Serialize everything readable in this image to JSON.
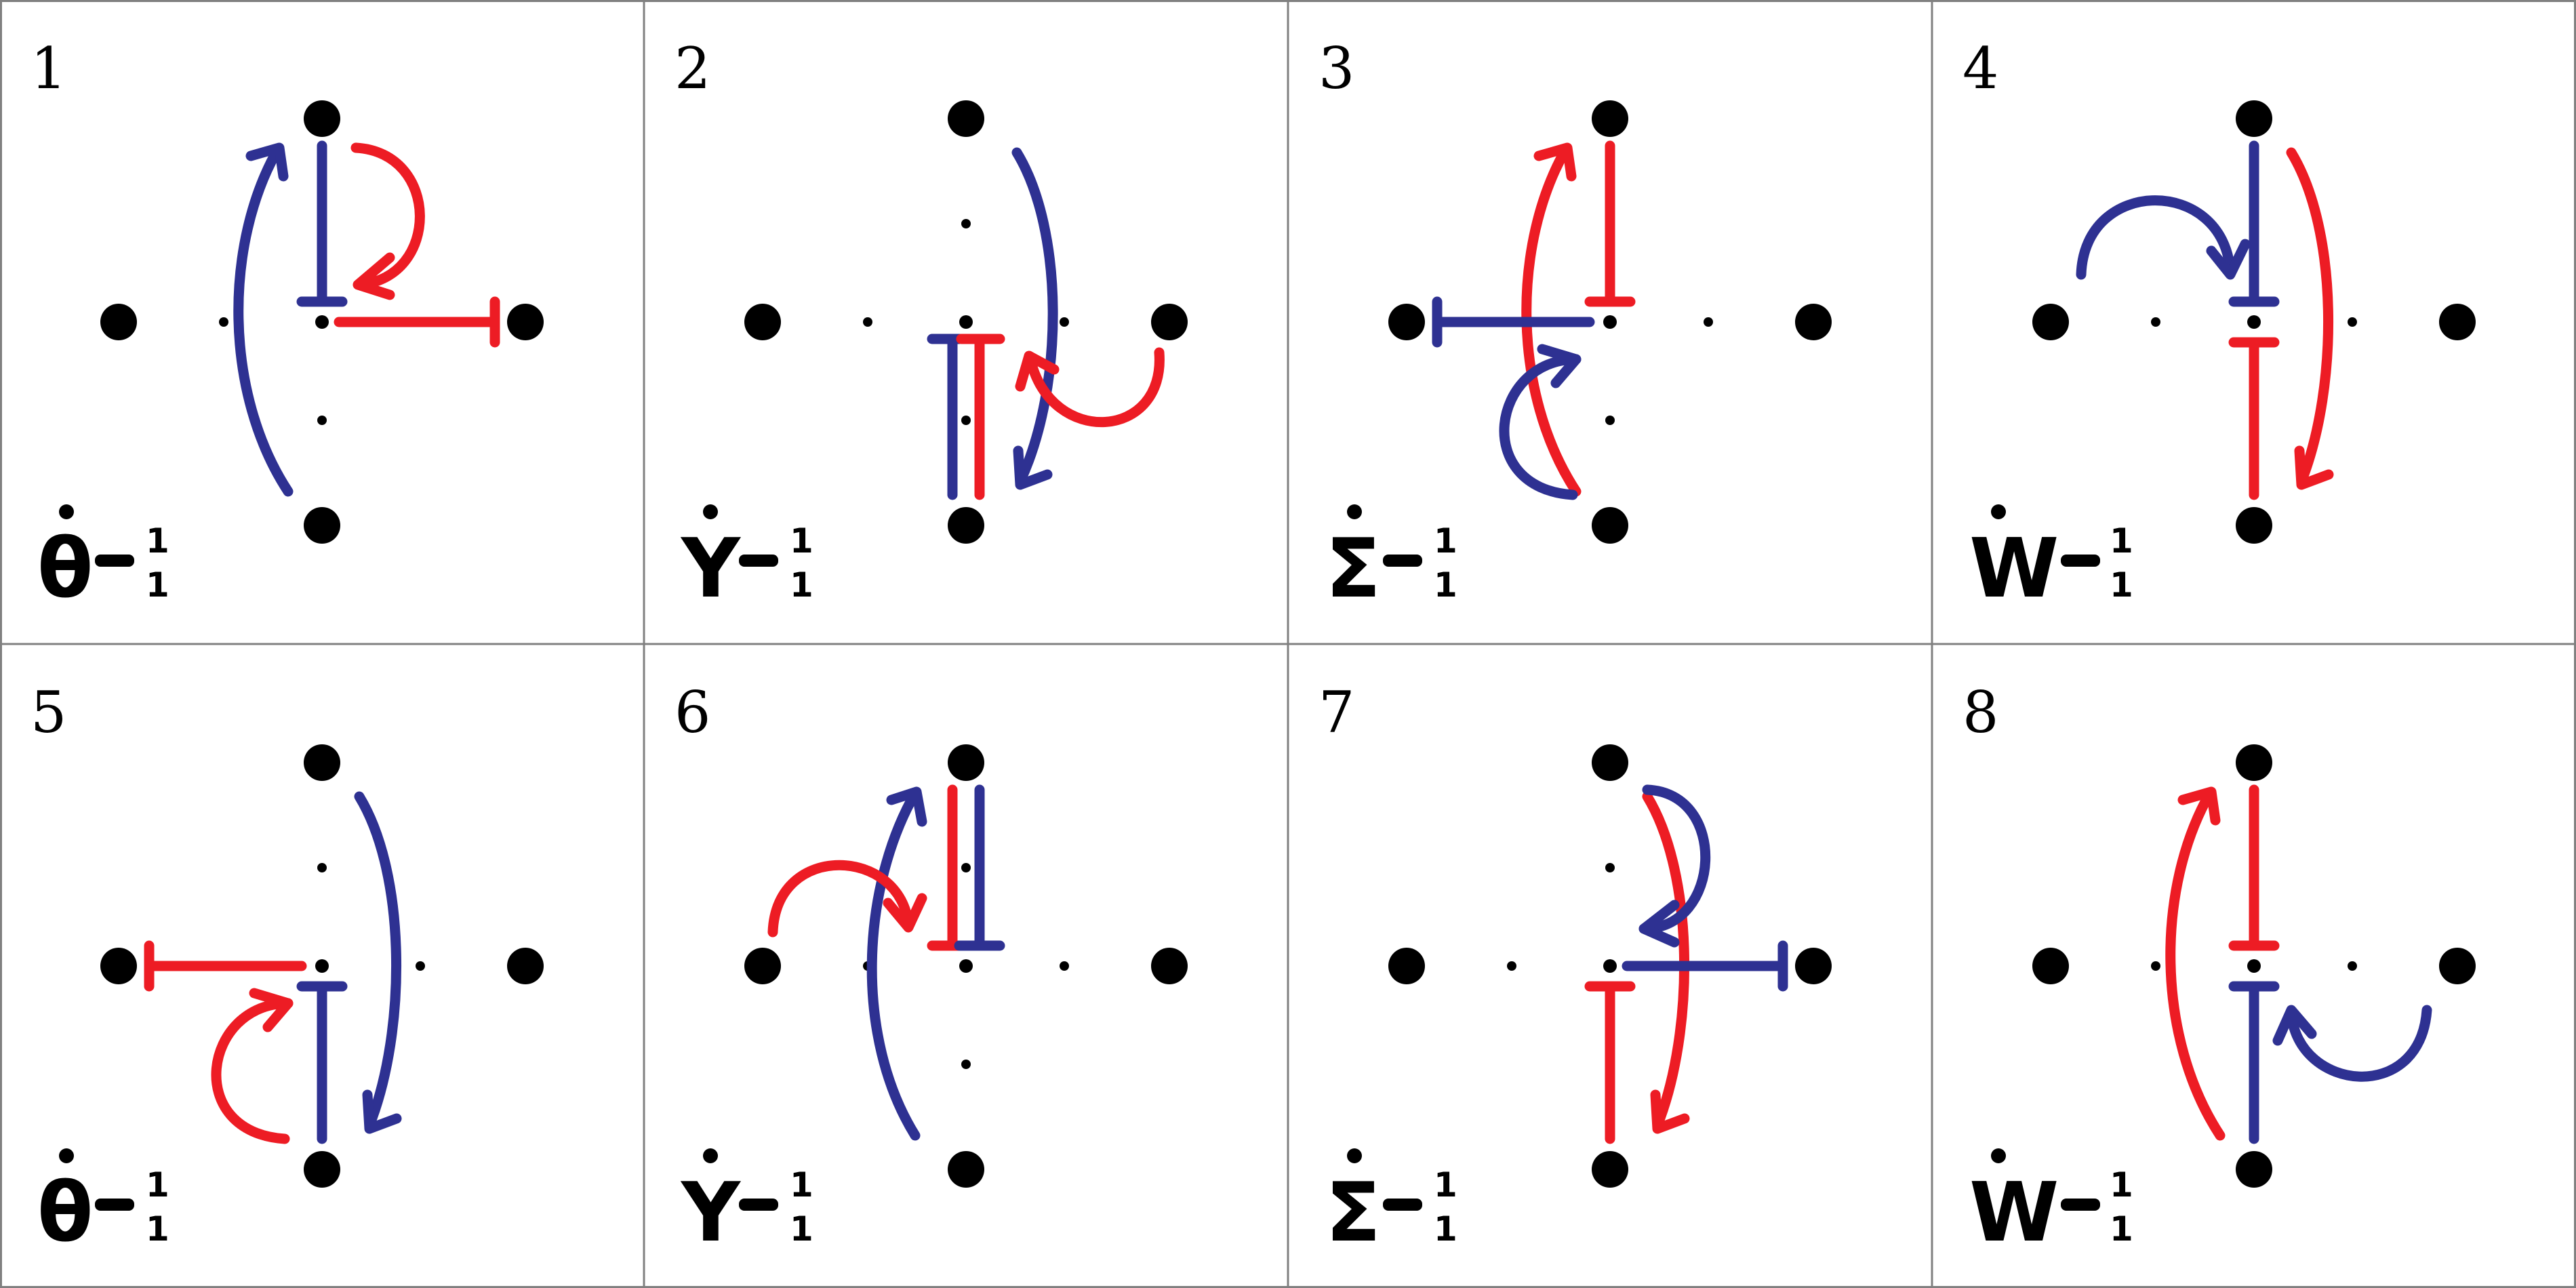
{
  "panels": [
    {
      "number": "1",
      "symbol": "θ",
      "sub": "1",
      "sup": "1"
    },
    {
      "number": "2",
      "symbol": "Y",
      "sub": "1",
      "sup": "1"
    },
    {
      "number": "3",
      "symbol": "Σ",
      "sub": "1",
      "sup": "1"
    },
    {
      "number": "4",
      "symbol": "W",
      "sub": "1",
      "sup": "1"
    },
    {
      "number": "5",
      "symbol": "θ",
      "sub": "1",
      "sup": "1"
    },
    {
      "number": "6",
      "symbol": "Y",
      "sub": "1",
      "sup": "1"
    },
    {
      "number": "7",
      "symbol": "Σ",
      "sub": "1",
      "sup": "1"
    },
    {
      "number": "8",
      "symbol": "W",
      "sub": "1",
      "sup": "1"
    }
  ],
  "colors": {
    "blue": "#2e3192",
    "red": "#ed1c24",
    "grid": "#808080",
    "dot": "#000000"
  }
}
